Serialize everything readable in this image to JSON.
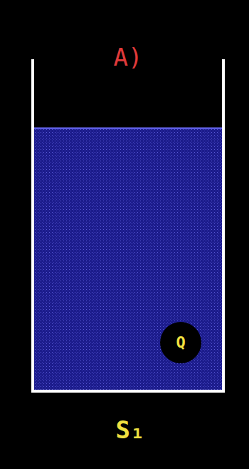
{
  "diagram": {
    "nodes": [
      {
        "text": [
          "Q"
        ]
      }
    ],
    "labels": [
      "A)",
      "S₁"
    ]
  }
}
